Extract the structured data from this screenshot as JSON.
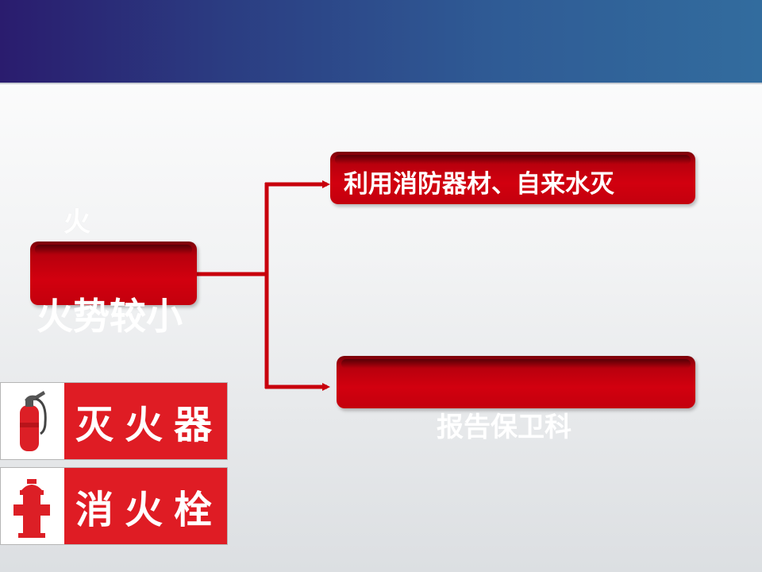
{
  "flow": {
    "source_fragment": "火",
    "source_label": "火势较小",
    "branch_top": "利用消防器材、自来水灭",
    "branch_bottom": "报告保卫科"
  },
  "signs": [
    {
      "label": "灭火器",
      "icon": "fire-extinguisher-icon"
    },
    {
      "label": "消火栓",
      "icon": "fire-hydrant-icon"
    }
  ],
  "colors": {
    "header_start": "#2a1c6e",
    "header_end": "#326c9e",
    "node_red": "#c3000d",
    "sign_red": "#df1c24"
  }
}
